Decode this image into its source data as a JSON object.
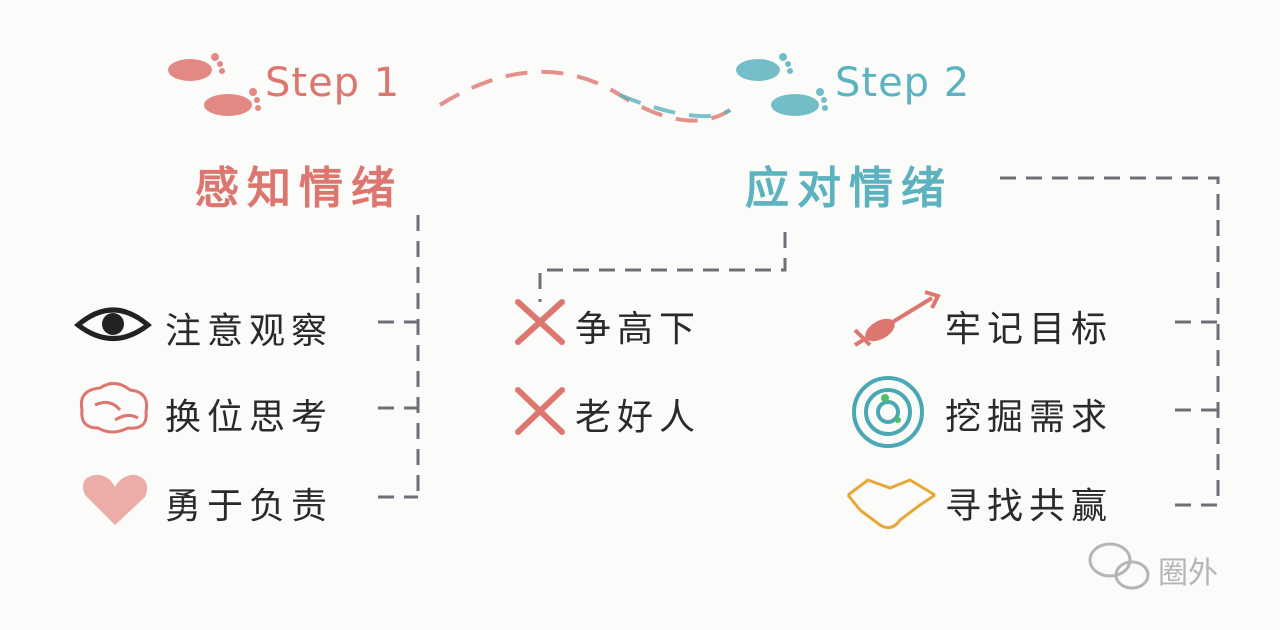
{
  "colors": {
    "step1": "#de7670",
    "step2": "#5cb3bf",
    "dash": "#6f6f78",
    "text": "#2a2a2a"
  },
  "step1": {
    "label": "Step 1",
    "title": "感知情绪",
    "icon": "footprints-icon"
  },
  "step2": {
    "label": "Step 2",
    "title": "应对情绪",
    "icon": "footprints-icon"
  },
  "left_items": [
    {
      "label": "注意观察",
      "icon": "eye-icon"
    },
    {
      "label": "换位思考",
      "icon": "brain-icon"
    },
    {
      "label": "勇于负责",
      "icon": "heart-icon"
    }
  ],
  "middle_items": [
    {
      "label": "争高下",
      "icon": "cross-icon"
    },
    {
      "label": "老好人",
      "icon": "cross-icon"
    }
  ],
  "right_items": [
    {
      "label": "牢记目标",
      "icon": "dart-icon"
    },
    {
      "label": "挖掘需求",
      "icon": "radar-icon"
    },
    {
      "label": "寻找共赢",
      "icon": "handshake-icon"
    }
  ],
  "watermark": "圈外"
}
